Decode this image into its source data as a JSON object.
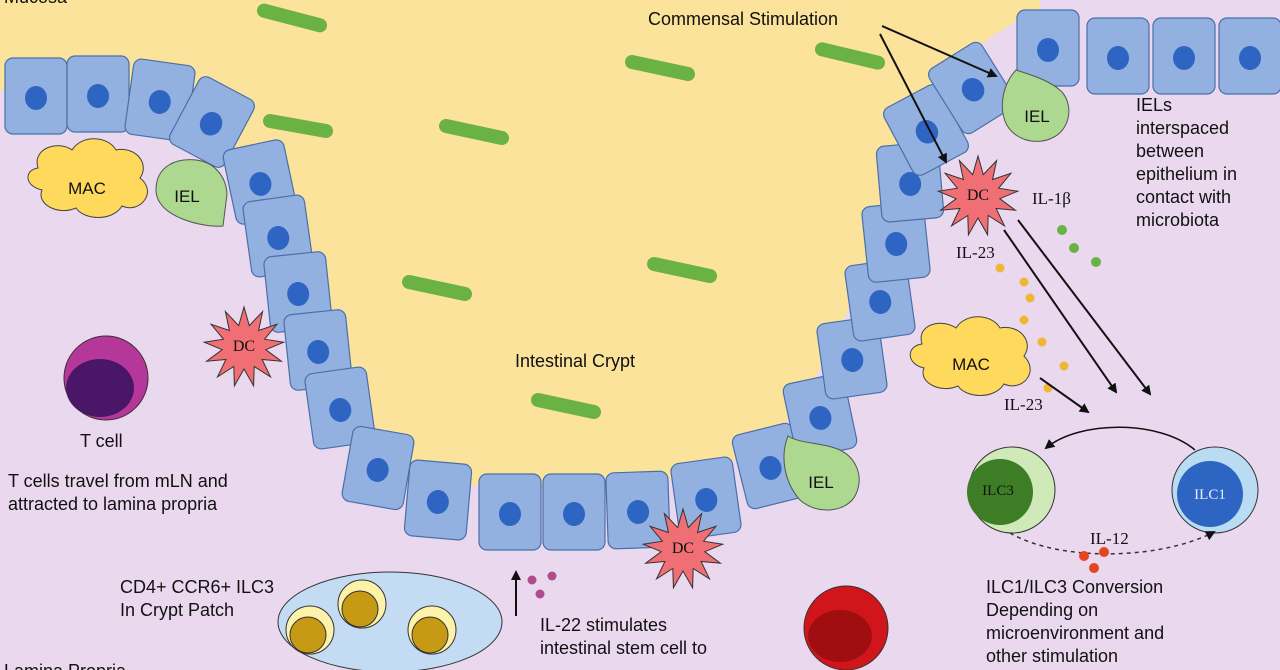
{
  "labels": {
    "top_left_cut": "Mucosa",
    "commensal": "Commensal Stimulation",
    "iels_note": "IELs\ninterspaced\nbetween\nepithelium in\ncontact with\nmicrobiota",
    "crypt": "Intestinal Crypt",
    "tcell": "T cell",
    "tcell_note": "T cells travel from mLN and\nattracted to lamina propria",
    "crypt_patch": "CD4+ CCR6+ ILC3\nIn Crypt Patch",
    "il22": "IL-22 stimulates\nintestinal stem cell to",
    "conversion": "ILC1/ILC3 Conversion\nDepending on\nmicroenvironment and\nother stimulation",
    "bottom_left_cut": "Lamina Propria"
  },
  "cells": {
    "mac": "MAC",
    "iel": "IEL",
    "dc": "DC",
    "ilc3": "ILC3",
    "ilc1": "ILC1"
  },
  "cytokines": {
    "il1b": "IL-1β",
    "il23": "IL-23",
    "il12": "IL-12"
  },
  "colors": {
    "background": "#ead8ef",
    "lumen": "#fbe39b",
    "epithelium": "#93b1e0",
    "nucleus": "#2f65c2",
    "bacteria": "#6bb245",
    "iel": "#acd88f",
    "dc": "#ef6f74",
    "mac": "#ffd95b"
  }
}
